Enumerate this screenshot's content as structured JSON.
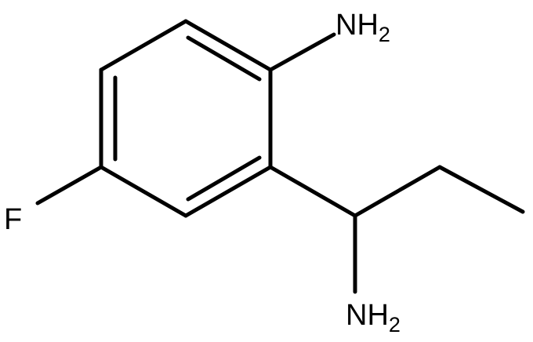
{
  "molecule": {
    "atom_labels": {
      "amine_top": {
        "main": "NH",
        "sub": "2"
      },
      "amine_bottom": {
        "main": "NH",
        "sub": "2"
      },
      "fluorine": {
        "main": "F"
      }
    },
    "colors": {
      "ink": "#000000",
      "background": "#ffffff"
    }
  }
}
